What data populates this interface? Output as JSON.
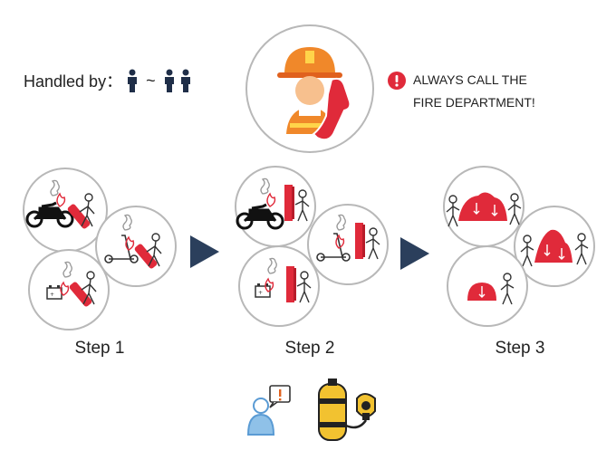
{
  "header": {
    "handled_by_label": "Handled by：",
    "separator": "~",
    "warning_line1": "ALWAYS CALL THE",
    "warning_line2": "FIRE DEPARTMENT!"
  },
  "steps": [
    {
      "label": "Step 1"
    },
    {
      "label": "Step 2"
    },
    {
      "label": "Step 3"
    }
  ],
  "colors": {
    "accent_red": "#e02a3a",
    "arrow_navy": "#2b3f5c",
    "person_navy": "#1f2e48",
    "circle_border": "#b8b8b8",
    "helmet_orange": "#f0882a",
    "tank_yellow": "#f2c230",
    "person_blue": "#8fc1e8"
  },
  "icons": [
    "person-icon",
    "firefighter-icon",
    "phone-icon",
    "alert-icon",
    "motorcycle-icon",
    "scooter-icon",
    "battery-icon",
    "fire-blanket-icon",
    "fire-wall-icon",
    "fire-mound-icon",
    "breathing-apparatus-icon"
  ]
}
